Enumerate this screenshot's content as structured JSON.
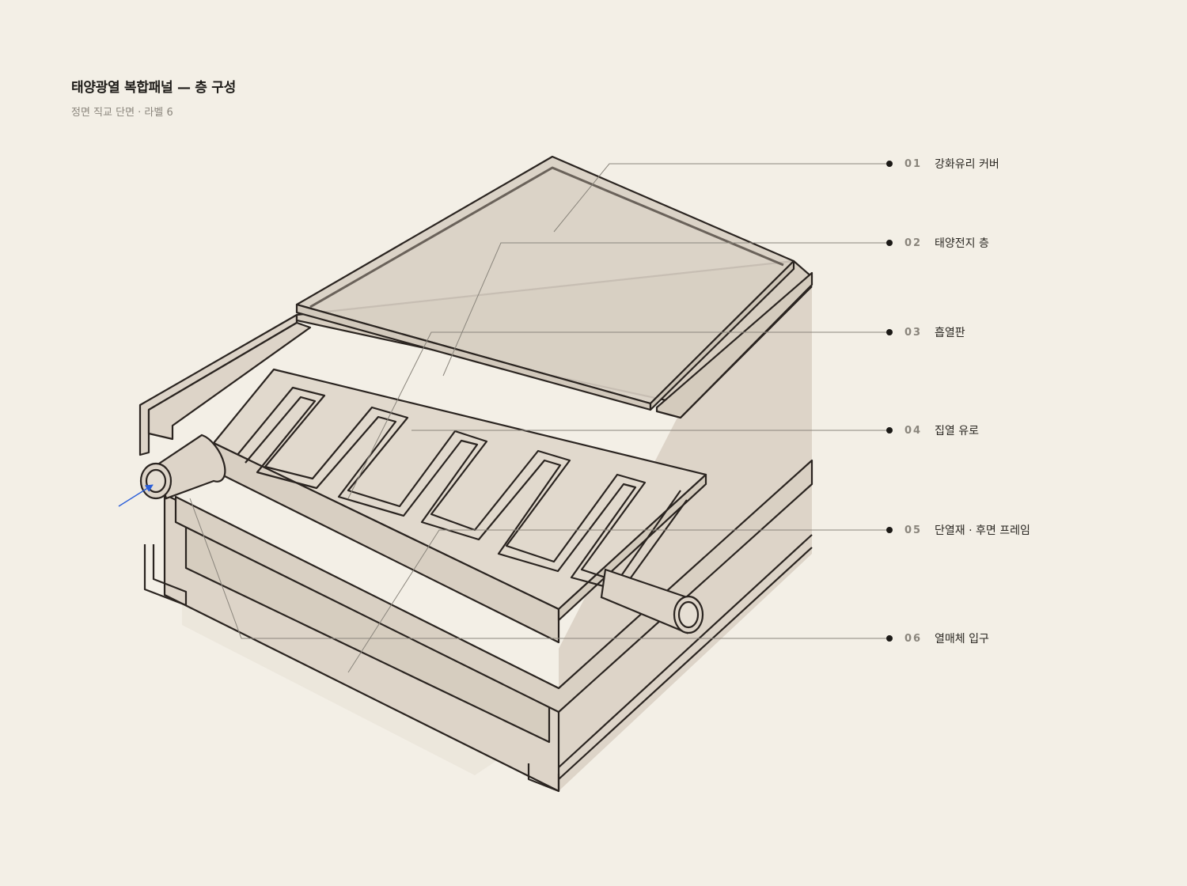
{
  "header": {
    "title": "태양광열 복합패널 — 층 구성",
    "subtitle": "정면 직교 단면 · 라벨 6"
  },
  "labels": [
    {
      "num": "01",
      "text": "강화유리 커버"
    },
    {
      "num": "02",
      "text": "태양전지 층"
    },
    {
      "num": "03",
      "text": "흡열판"
    },
    {
      "num": "04",
      "text": "집열 유로"
    },
    {
      "num": "05",
      "text": "단열재 · 후면 프레임"
    },
    {
      "num": "06",
      "text": "열매체 입구"
    }
  ],
  "colors": {
    "background": "#f3efe6",
    "fill": "#ddd4c8",
    "stroke": "#2a2420",
    "leader": "#8a857c",
    "inlet_arrow": "#2b5fd9"
  }
}
